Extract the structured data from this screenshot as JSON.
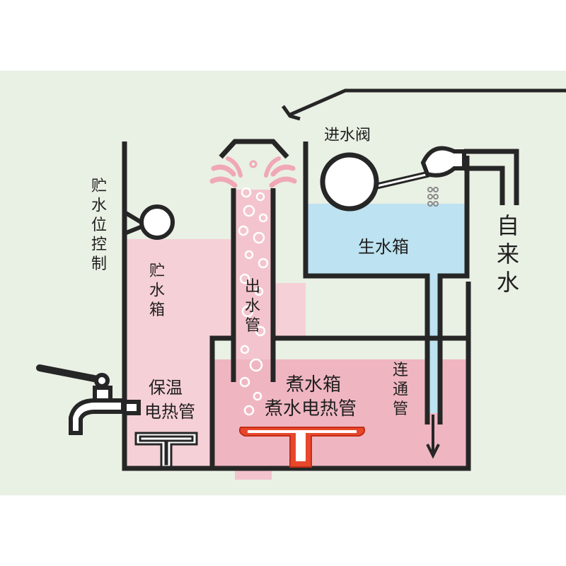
{
  "labels": {
    "inlet_valve": "进水阀",
    "level_control": "贮水位控制",
    "storage_tank": "贮水箱",
    "outlet_pipe": "出水管",
    "raw_tank": "生水箱",
    "tap_water": "自来水",
    "keep_warm_heater_1": "保温",
    "keep_warm_heater_2": "电热管",
    "boil_tank": "煮水箱",
    "boil_heater": "煮水电热管",
    "connect_pipe": "连通管"
  },
  "colors": {
    "background": "#e9f0e4",
    "line": "#262626",
    "storage_water": "#f6d0d7",
    "boil_water": "#efb6c1",
    "raw_water": "#bde2f1",
    "heater_active": "#e8472c",
    "heater_idle": "#ffffff",
    "bubble": "#ffffff"
  }
}
